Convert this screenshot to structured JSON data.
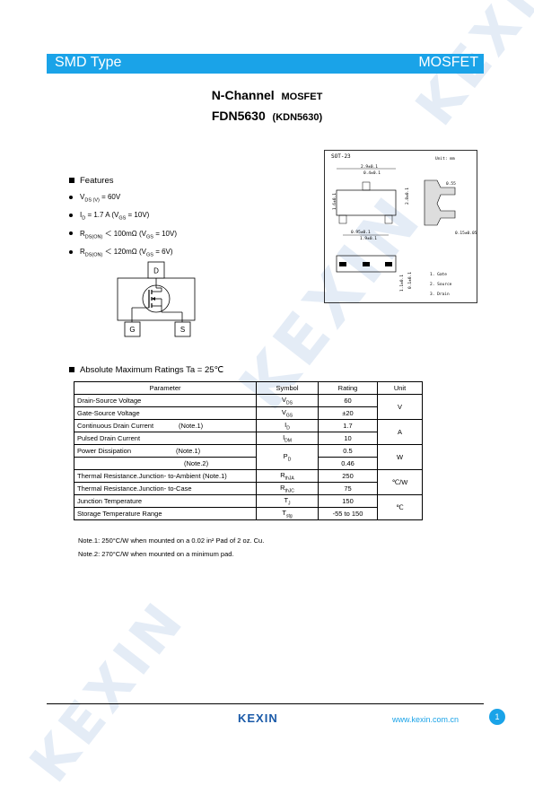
{
  "header": {
    "left": "SMD Type",
    "right": "MOSFET"
  },
  "title": {
    "line1_main": "N-Channel",
    "line1_sub": "MOSFET",
    "line2_main": "FDN5630",
    "line2_sub": "(KDN5630)"
  },
  "features": {
    "heading": "Features",
    "items": [
      "V<sub>DS (V)</sub> = 60V",
      "I<sub>D</sub> = 1.7 A (V<sub>GS</sub> = 10V)",
      "R<sub>DS(ON)</sub> ＜ 100mΩ (V<sub>GS</sub> = 10V)",
      "R<sub>DS(ON)</sub> ＜ 120mΩ (V<sub>GS</sub> = 6V)"
    ]
  },
  "schematic": {
    "drain": "D",
    "gate": "G",
    "source": "S"
  },
  "package": {
    "name": "SOT-23",
    "unit": "Unit: mm",
    "dims": [
      "2.9±0.1",
      "0.4±0.1",
      "1.6±0.1",
      "2.8±0.1",
      "0.95±0.1",
      "1.9±0.1",
      "0.15±0.05",
      "0.55",
      "0.4",
      "1.1±0.1",
      "0.1±0.1"
    ],
    "pins": [
      "1. Gate",
      "2. Source",
      "3. Drain"
    ]
  },
  "ratings": {
    "heading": "Absolute Maximum Ratings Ta = 25℃",
    "headers": [
      "Parameter",
      "Symbol",
      "Rating",
      "Unit"
    ],
    "rows": {
      "vds": {
        "param": "Drain-Source Voltage",
        "symbol": "V<sub>DS</sub>",
        "rating": "60"
      },
      "vgs": {
        "param": "Gate-Source Voltage",
        "symbol": "V<sub>GS</sub>",
        "rating": "±20"
      },
      "volt_unit": "V",
      "id": {
        "param": "Continuous Drain Current",
        "note": "(Note.1)",
        "symbol": "I<sub>D</sub>",
        "rating": "1.7"
      },
      "idm": {
        "param": "Pulsed Drain Current",
        "symbol": "I<sub>DM</sub>",
        "rating": "10"
      },
      "amp_unit": "A",
      "pd": {
        "param": "Power Dissipation",
        "note1": "(Note.1)",
        "note2": "(Note.2)",
        "symbol": "P<sub>D</sub>",
        "rating1": "0.5",
        "rating2": "0.46",
        "unit": "W"
      },
      "rthja": {
        "param": "Thermal Resistance.Junction- to-Ambient  (Note.1)",
        "symbol": "R<sub>thJA</sub>",
        "rating": "250"
      },
      "rthjc": {
        "param": "Thermal Resistance.Junction- to-Case",
        "symbol": "R<sub>thJC</sub>",
        "rating": "75"
      },
      "rth_unit": "℃/W",
      "tj": {
        "param": "Junction Temperature",
        "symbol": "T<sub>J</sub>",
        "rating": "150"
      },
      "tstg": {
        "param": "Storage Temperature Range",
        "symbol": "T<sub>stg</sub>",
        "rating": "-55 to 150"
      },
      "temp_unit": "℃"
    }
  },
  "notes": [
    "Note.1: 250°C/W when mounted on a 0.02 in² Pad of 2 oz. Cu.",
    "Note.2: 270°C/W when mounted on a minimum pad."
  ],
  "footer": {
    "logo": "KEXIN",
    "url": "www.kexin.com.cn",
    "page": "1"
  },
  "watermark": "KEXIN"
}
